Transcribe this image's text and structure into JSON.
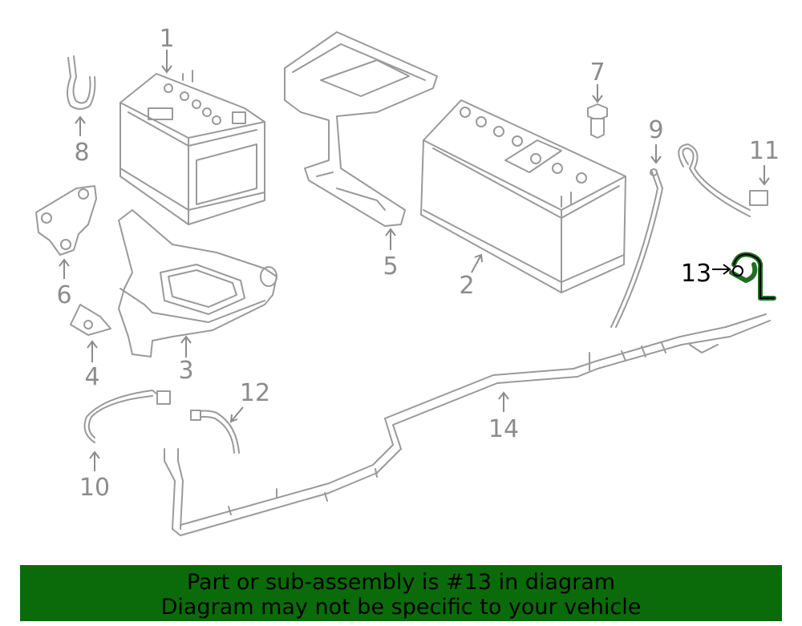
{
  "diagram": {
    "callouts": {
      "c1": "1",
      "c2": "2",
      "c3": "3",
      "c4": "4",
      "c5": "5",
      "c6": "6",
      "c7": "7",
      "c8": "8",
      "c9": "9",
      "c10": "10",
      "c11": "11",
      "c12": "12",
      "c13": "13",
      "c14": "14"
    },
    "highlighted_part": "13",
    "highlight_color": "#1f6f1f"
  },
  "banner": {
    "line1": "Part or sub-assembly is #13 in diagram",
    "line2": "Diagram may not be specific to your vehicle",
    "background": "#0b6b0b"
  }
}
